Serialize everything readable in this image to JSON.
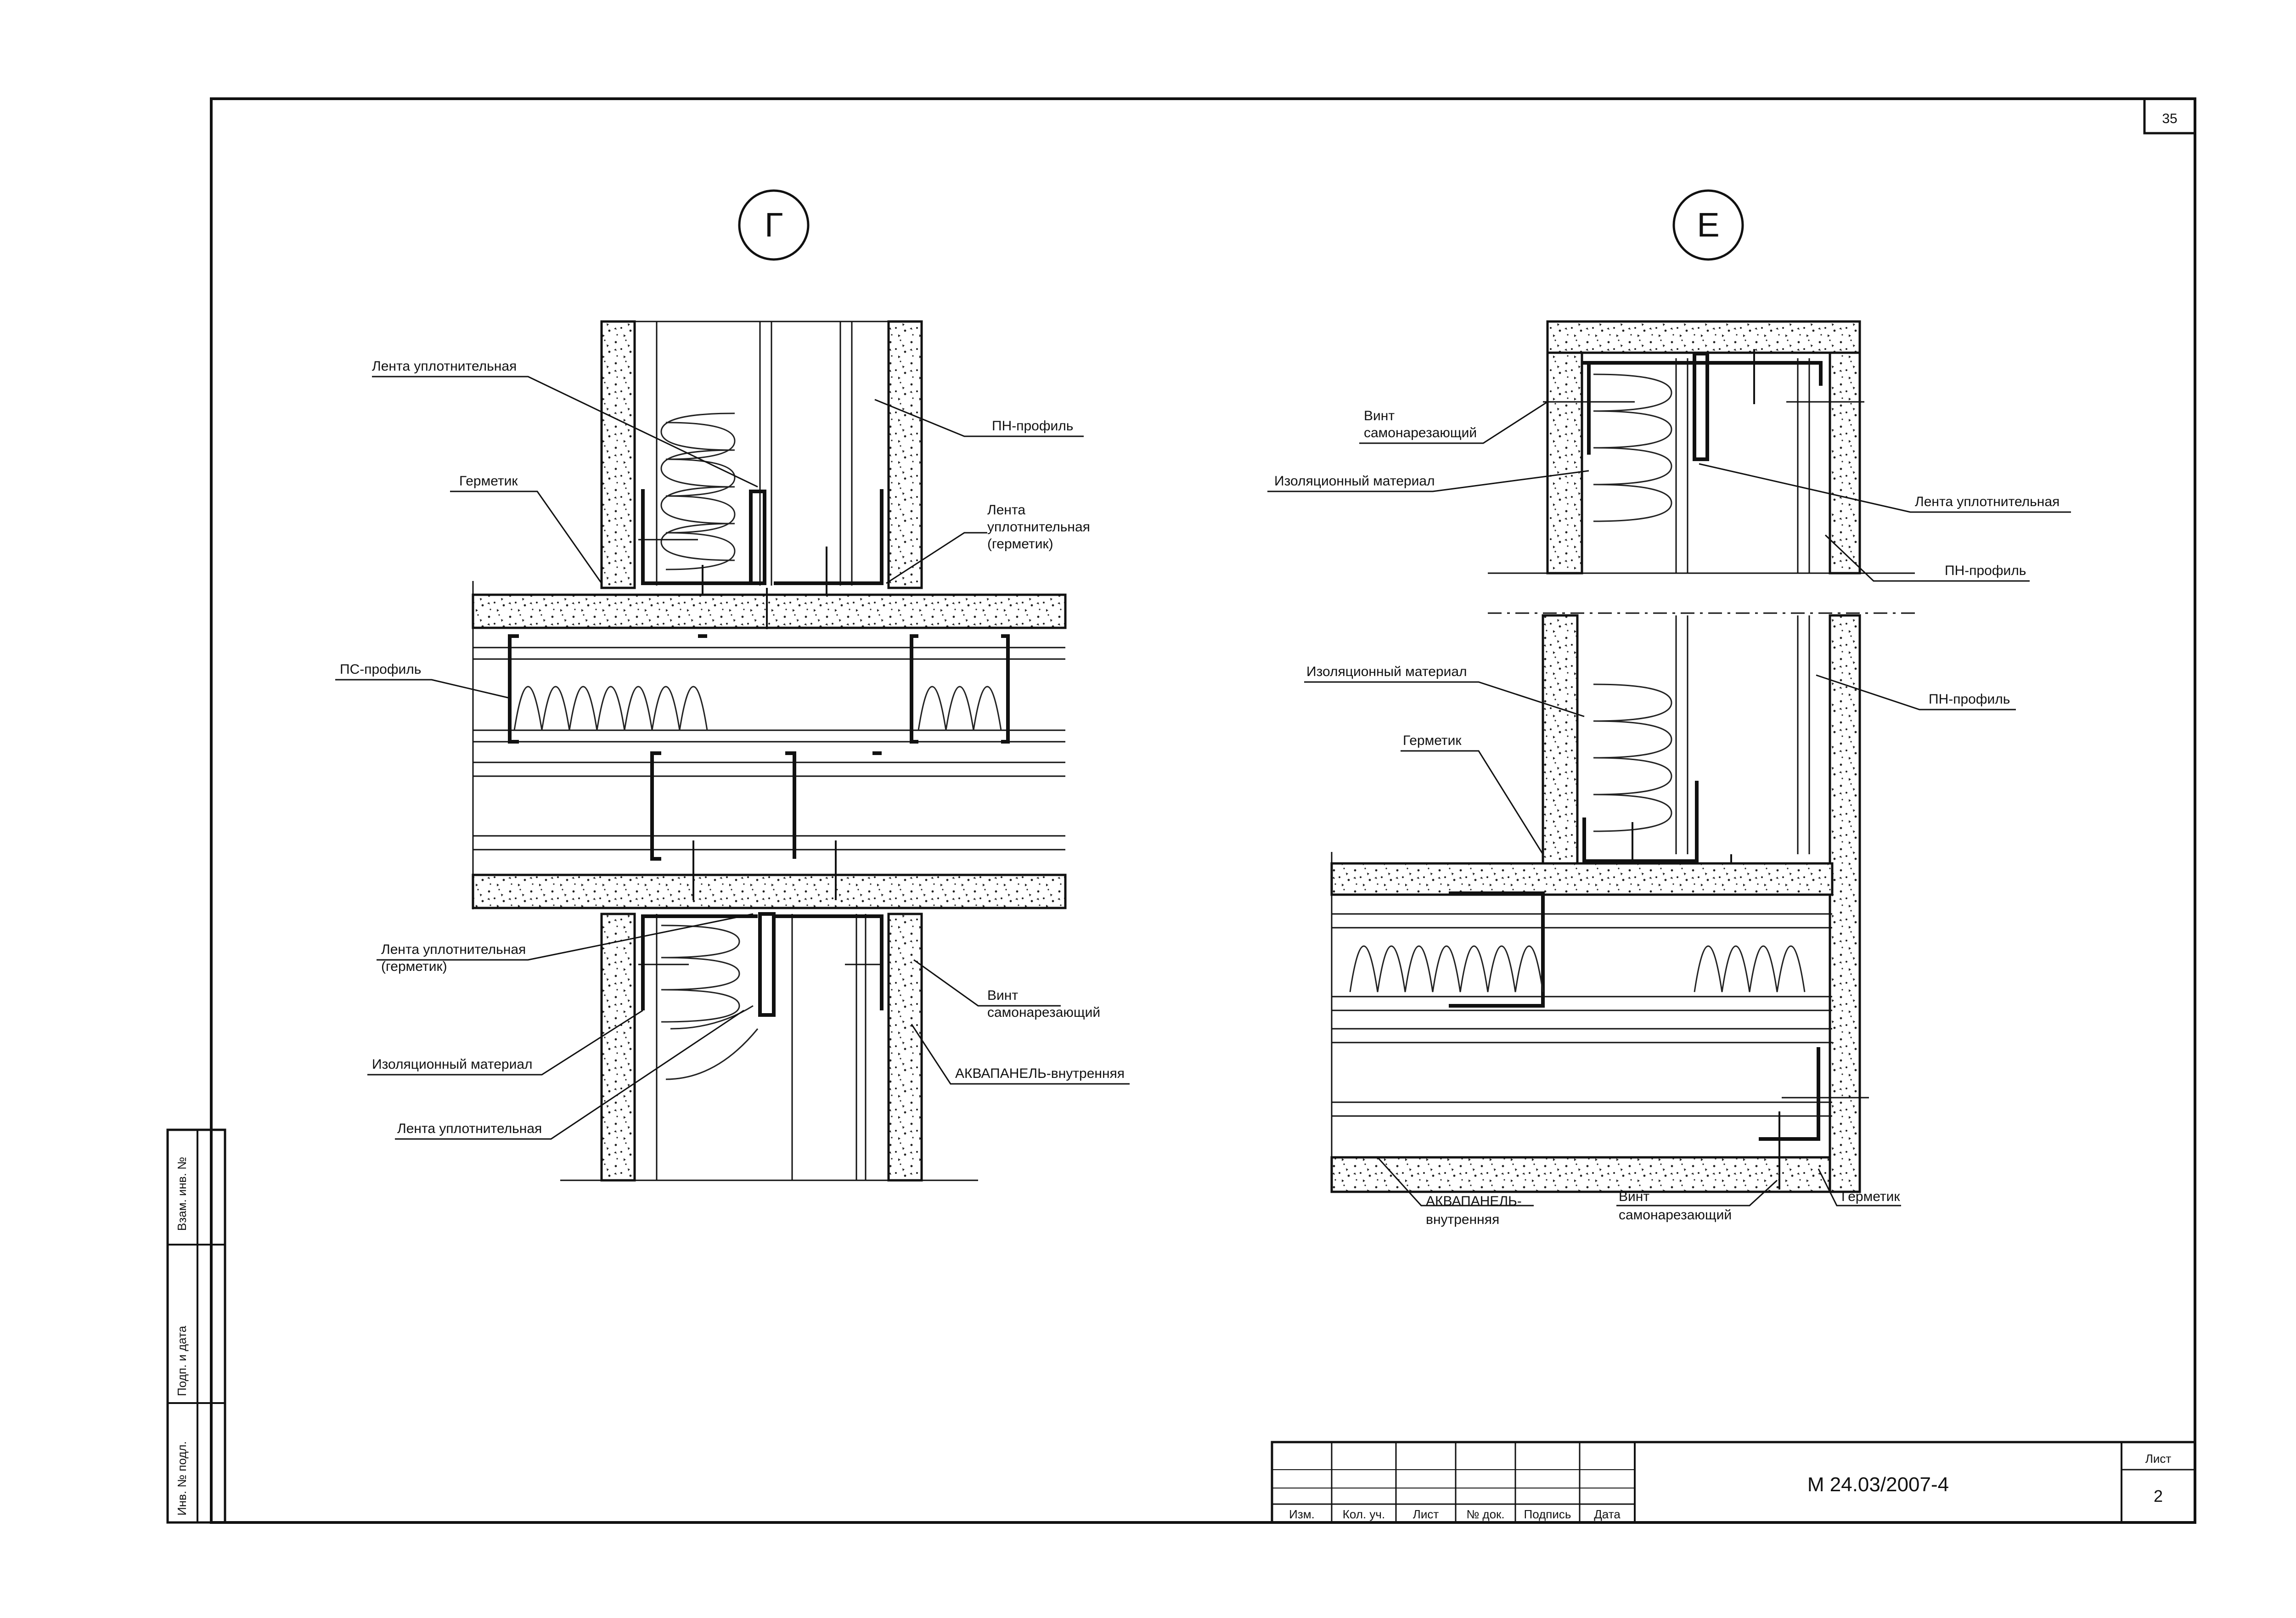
{
  "sheet": {
    "page_number": "35",
    "code": "М 24.03/2007-4",
    "sheet_label": "Лист",
    "sheet_value": "2"
  },
  "title_block": {
    "columns": [
      "Изм.",
      "Кол. уч.",
      "Лист",
      "№ док.",
      "Подпись",
      "Дата"
    ]
  },
  "side_stamp": {
    "fields": [
      "Взам. инв. №",
      "Подп. и дата",
      "Инв. № подл."
    ]
  },
  "details": {
    "g": {
      "mark": "Г",
      "labels": {
        "tape_top": "Лента уплотнительная",
        "sealant": "Герметик",
        "pn_profile": "ПН-профиль",
        "tape_sealant_1": "Лента",
        "tape_sealant_2": "уплотнительная",
        "tape_sealant_3": "(герметик)",
        "ps_profile": "ПС-профиль",
        "tape_bottom_1": "Лента уплотнительная",
        "tape_bottom_2": "(герметик)",
        "screw_1": "Винт",
        "screw_2": "самонарезающий",
        "insulation": "Изоляционный материал",
        "aquapanel": "АКВАПАНЕЛЬ-внутренняя",
        "tape_low": "Лента уплотнительная"
      }
    },
    "e": {
      "mark": "Е",
      "labels": {
        "screw_1": "Винт",
        "screw_2": "самонарезающий",
        "insulation_top": "Изоляционный материал",
        "tape": "Лента уплотнительная",
        "pn_profile_top": "ПН-профиль",
        "insulation_mid": "Изоляционный материал",
        "pn_profile_mid": "ПН-профиль",
        "sealant_mid": "Герметик",
        "aquapanel_1": "АКВАПАНЕЛЬ-",
        "aquapanel_2": "внутренняя",
        "screw_bottom_1": "Винт",
        "screw_bottom_2": "самонарезающий",
        "sealant_bottom": "Герметик"
      }
    }
  }
}
